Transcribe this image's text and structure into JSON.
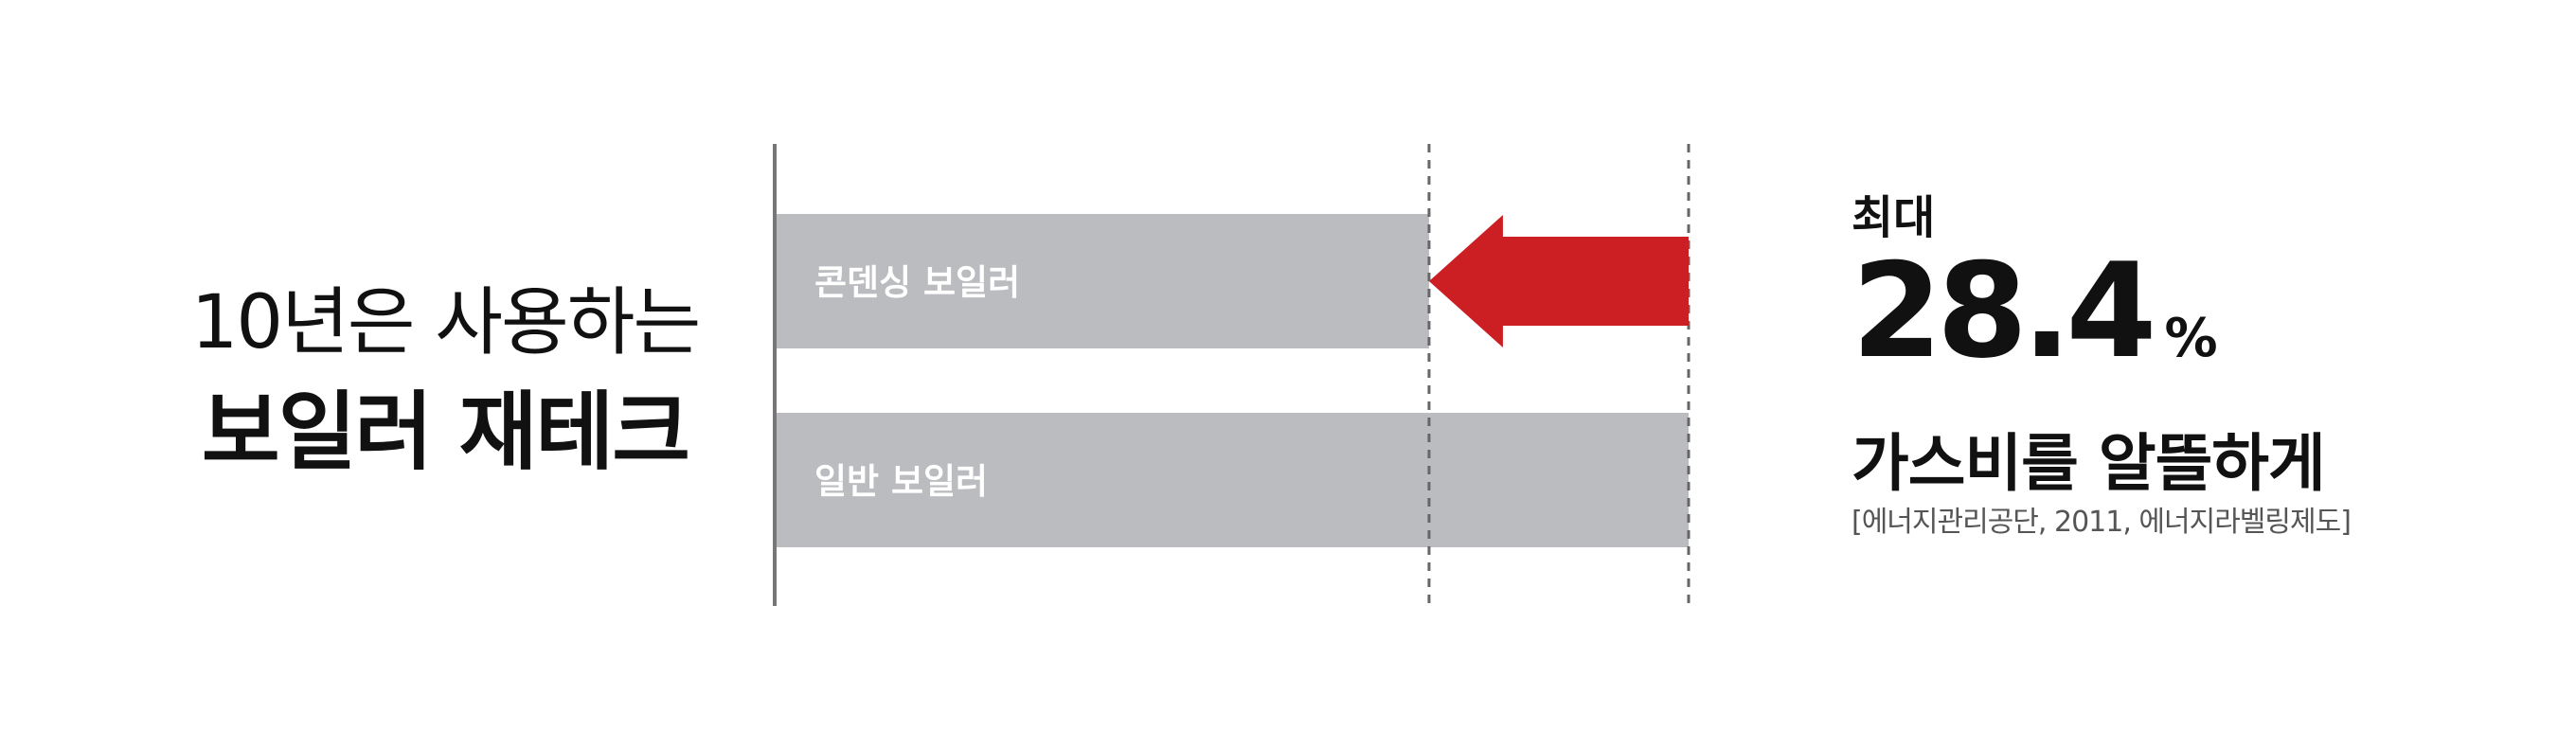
{
  "headline": {
    "line1": "10년은 사용하는",
    "line2": "보일러 재테크"
  },
  "chart_data": {
    "type": "bar",
    "orientation": "horizontal",
    "categories": [
      "콘덴싱 보일러",
      "일반 보일러"
    ],
    "values": [
      71.6,
      100
    ],
    "xlim": [
      0,
      100
    ],
    "reference_lines": [
      71.6,
      100
    ],
    "annotation": {
      "type": "arrow",
      "from": 100,
      "to": 71.6,
      "category": "콘덴싱 보일러"
    },
    "colors": {
      "bar": "#BBBCBF",
      "bar_label": "#FFFFFF",
      "arrow": "#CC1F24",
      "axis": "#777777",
      "reference_line": "#666666"
    }
  },
  "stat": {
    "prefix": "최대",
    "value": "28.4",
    "unit": "%",
    "caption": "가스비를 알뜰하게",
    "source": "[에너지관리공단, 2011, 에너지라벨링제도]"
  }
}
